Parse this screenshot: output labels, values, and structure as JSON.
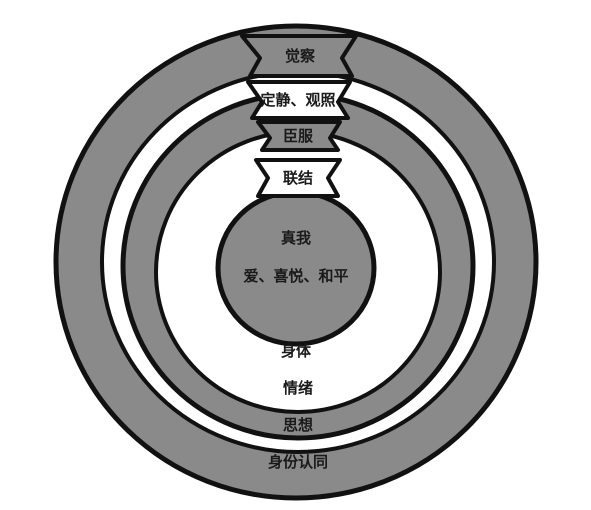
{
  "diagram": {
    "colors": {
      "ring": "#8a8a8a",
      "gap": "#ffffff",
      "outline": "#111111"
    },
    "labels": {
      "awareness": "觉察",
      "stillness": "定静、观照",
      "surrender": "臣服",
      "connection": "联结",
      "true_self": "真我",
      "love_joy_peace": "爱、喜悦、和平",
      "body": "身体",
      "emotions": "情绪",
      "thoughts": "思想",
      "identity": "身份认同"
    }
  }
}
